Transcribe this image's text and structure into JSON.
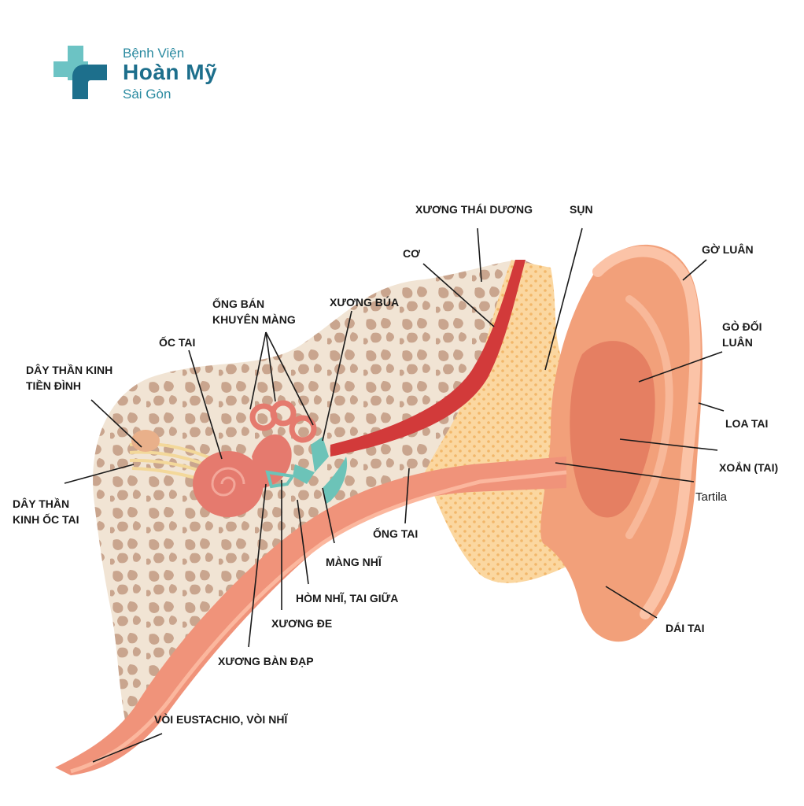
{
  "brand": {
    "line1": "Bệnh Viện",
    "line2": "Hoàn Mỹ",
    "line3": "Sài Gòn",
    "colors": {
      "teal_light": "#6cc3c4",
      "teal_dark": "#1d6f8c"
    }
  },
  "labels": {
    "xuong_thai_duong": "XƯƠNG THÁI DƯƠNG",
    "sun": "SỤN",
    "co": "CƠ",
    "go_luan": "GỜ LUÂN",
    "ong_ban_khuyen_1": "ỐNG BÁN",
    "ong_ban_khuyen_2": "KHUYÊN MÀNG",
    "xuong_bua": "XƯƠNG BÚA",
    "go_doi_luan_1": "GÒ ĐỐI",
    "go_doi_luan_2": "LUÂN",
    "oc_tai": "ỐC TAI",
    "day_than_kinh_tien_dinh_1": "DÂY THẦN KINH",
    "day_than_kinh_tien_dinh_2": "TIỀN ĐÌNH",
    "loa_tai": "LOA TAI",
    "xoan_tai": "XOẮN (TAI)",
    "day_than_kinh_oc_tai_1": "DÂY THẦN",
    "day_than_kinh_oc_tai_2": "KINH ỐC TAI",
    "tartila": "Tartila",
    "ong_tai": "ỐNG TAI",
    "mang_nhi": "MÀNG NHĨ",
    "hom_nhi": "HÒM NHĨ, TAI GIỮA",
    "xuong_de": "XƯƠNG ĐE",
    "dai_tai": "DÁI TAI",
    "xuong_ban_dap": "XƯƠNG BÀN ĐẠP",
    "voi_eustachio": "VÒI EUSTACHIO, VÒI NHĨ"
  }
}
